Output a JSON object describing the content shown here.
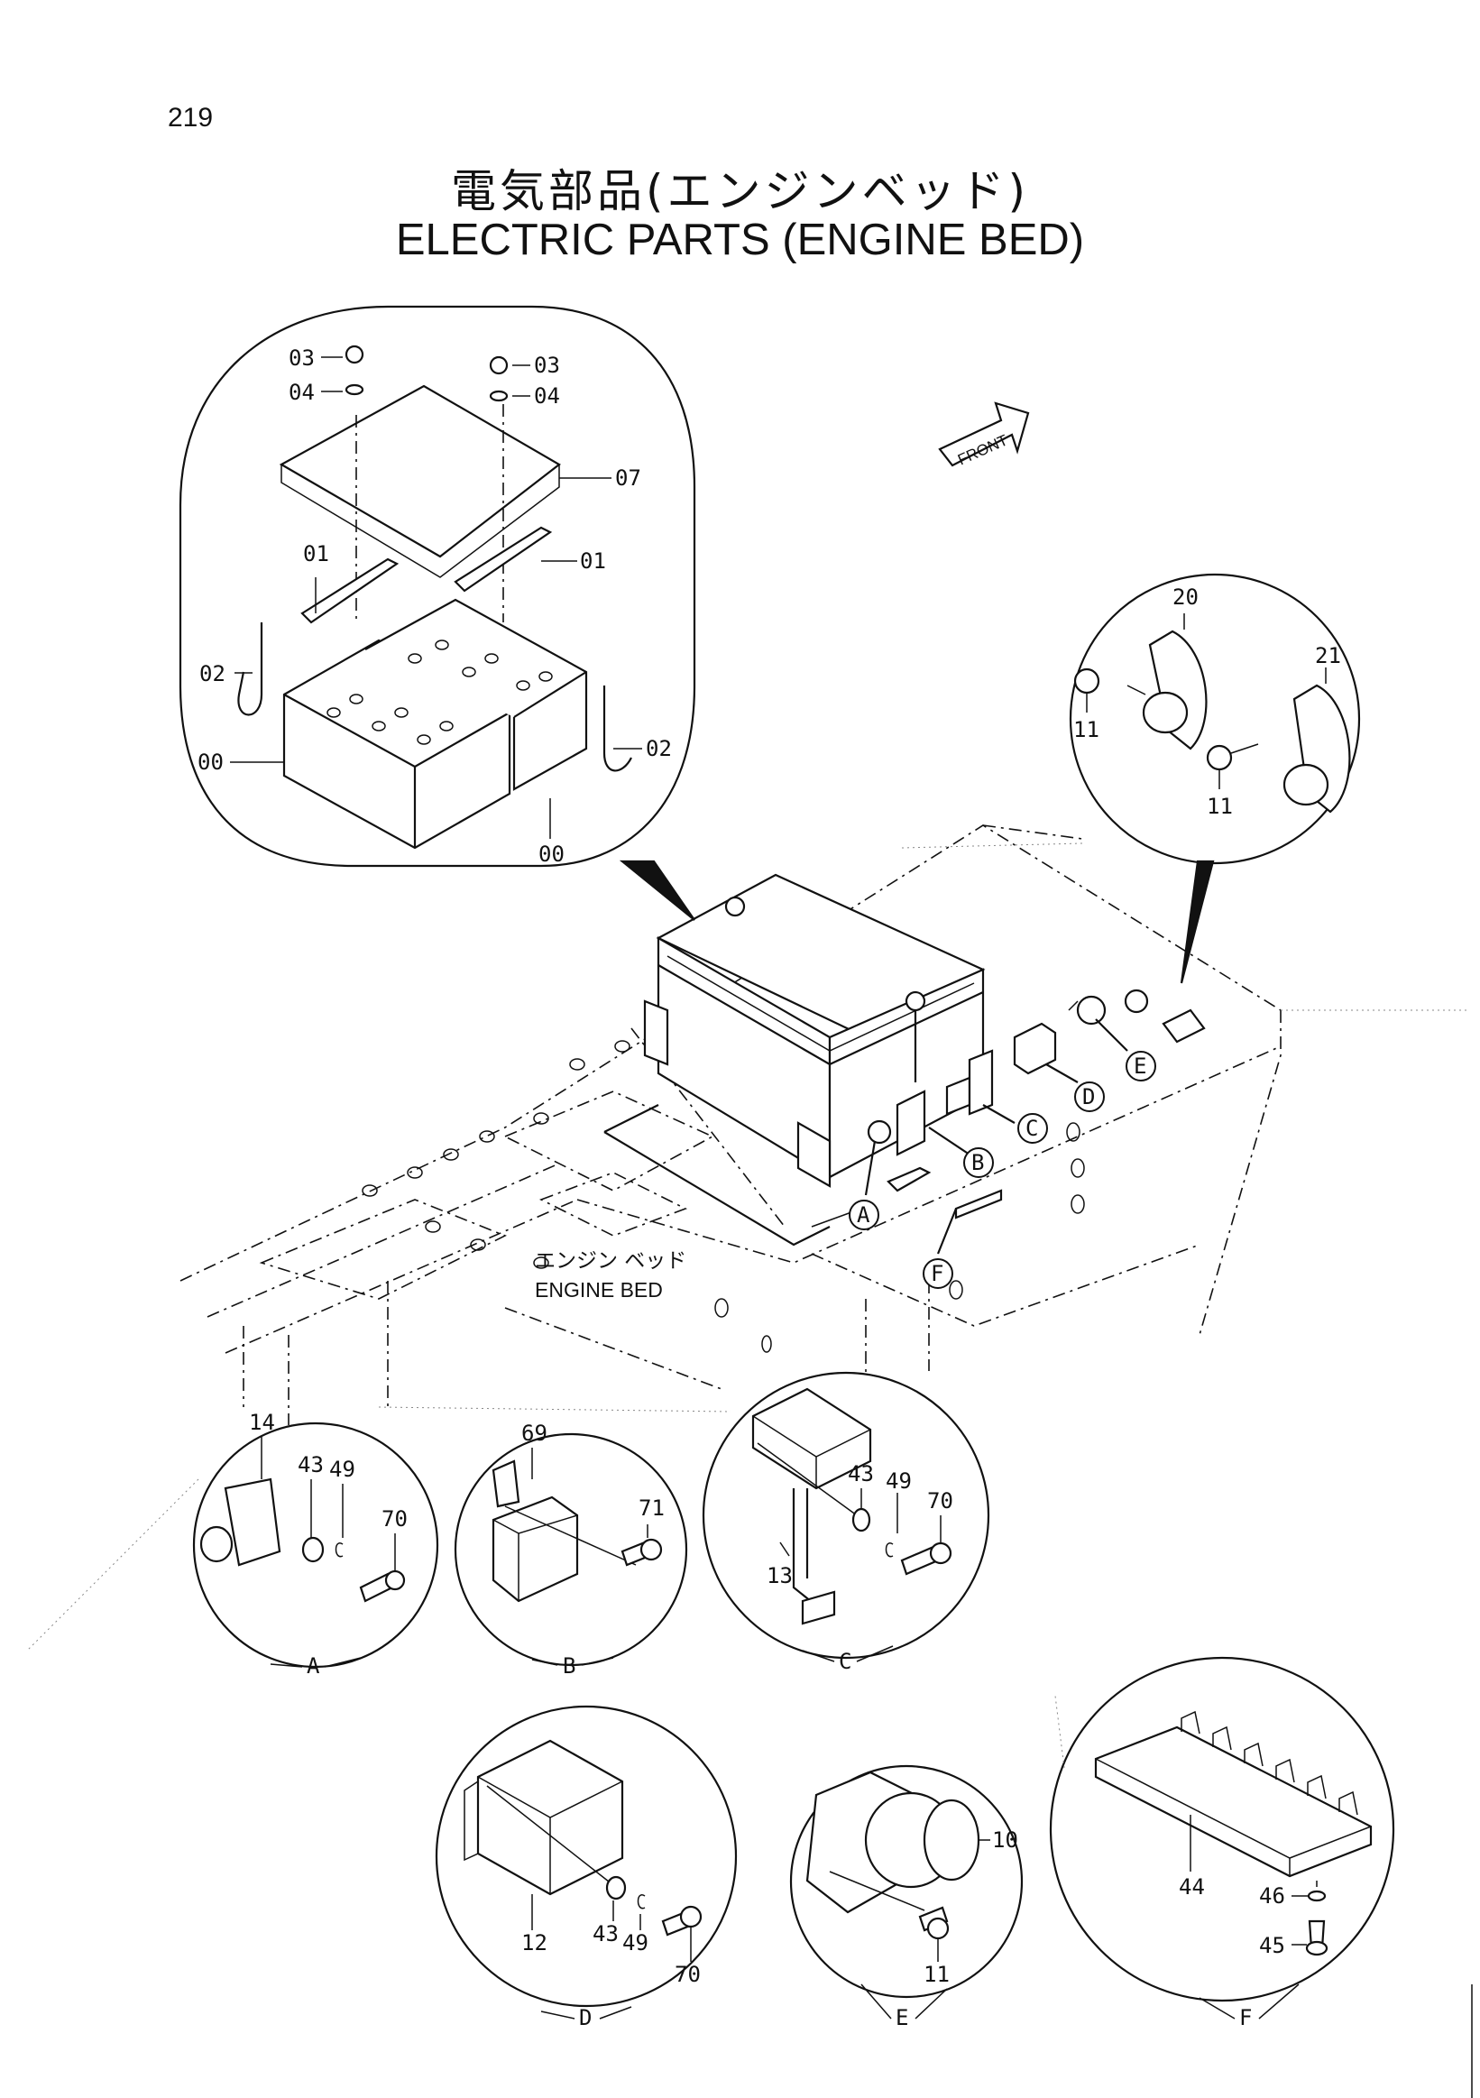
{
  "page": {
    "number": "219"
  },
  "title": {
    "jp": "電気部品(エンジンベッド)",
    "en": "ELECTRIC PARTS (ENGINE BED)"
  },
  "front_label": "FRONT",
  "engine_bed_label": {
    "jp": "エンジン ベッド",
    "en": "ENGINE BED"
  },
  "battery_callouts": {
    "p03_left": "03",
    "p04_left": "04",
    "p03_right": "03",
    "p04_right": "04",
    "p07": "07",
    "p01_left": "01",
    "p01_right": "01",
    "p02_left": "02",
    "p02_right": "02",
    "p00_left": "00",
    "p00_right": "00"
  },
  "horn_callouts": {
    "p20": "20",
    "p21": "21",
    "p11_a": "11",
    "p11_b": "11"
  },
  "location_markers": [
    "A",
    "B",
    "C",
    "D",
    "E",
    "F"
  ],
  "detail_views": {
    "A": {
      "label": "A",
      "parts": [
        "14",
        "43",
        "49",
        "70"
      ]
    },
    "B": {
      "label": "B",
      "parts": [
        "69",
        "71"
      ]
    },
    "C": {
      "label": "C",
      "parts": [
        "13",
        "43",
        "49",
        "70"
      ]
    },
    "D": {
      "label": "D",
      "parts": [
        "12",
        "43",
        "49",
        "70"
      ]
    },
    "E": {
      "label": "E",
      "parts": [
        "10",
        "11"
      ]
    },
    "F": {
      "label": "F",
      "parts": [
        "44",
        "46",
        "45"
      ]
    }
  }
}
